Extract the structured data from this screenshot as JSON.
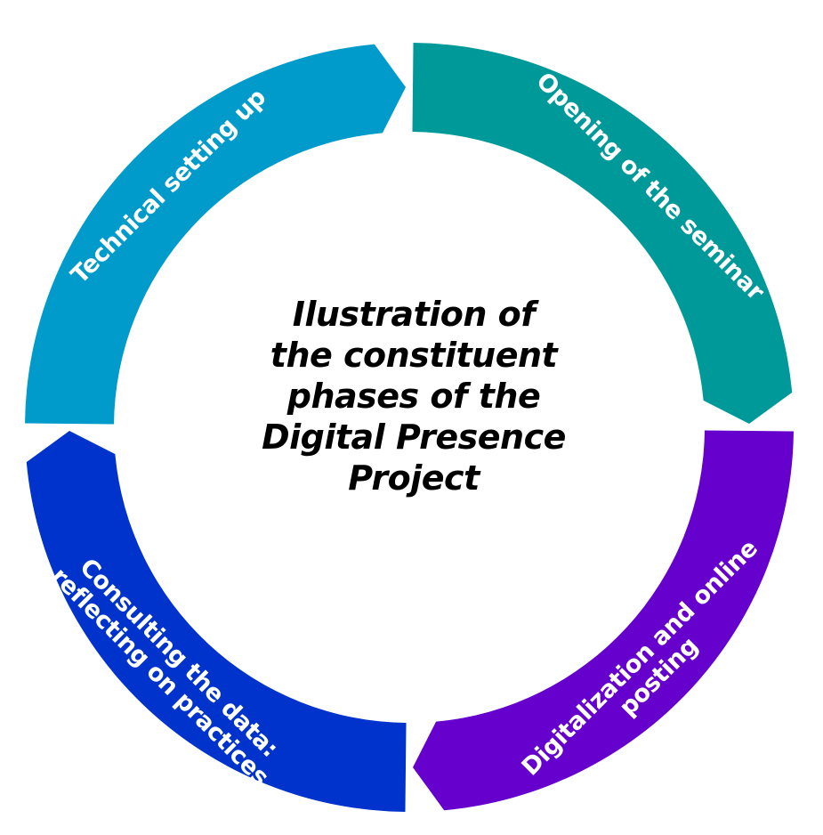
{
  "title": {
    "lines": [
      "Ilustration of",
      "the constituent",
      "phases of the",
      "Digital Presence",
      "Project"
    ]
  },
  "phases": [
    {
      "id": "technical-setting-up",
      "lines": [
        "Technical setting up"
      ],
      "color": "#009BCB",
      "position": "top-left"
    },
    {
      "id": "opening-of-the-seminar",
      "lines": [
        "Opening of the seminar"
      ],
      "color": "#009999",
      "position": "top-right"
    },
    {
      "id": "digitalization-and-online-posting",
      "lines": [
        "Digitalization and online",
        "posting"
      ],
      "color": "#6600CC",
      "position": "bottom-right"
    },
    {
      "id": "consulting-the-data",
      "lines": [
        "Consulting the data:",
        "reflecting on practices"
      ],
      "color": "#0033CC",
      "position": "bottom-left"
    }
  ],
  "flow_direction": "clockwise"
}
